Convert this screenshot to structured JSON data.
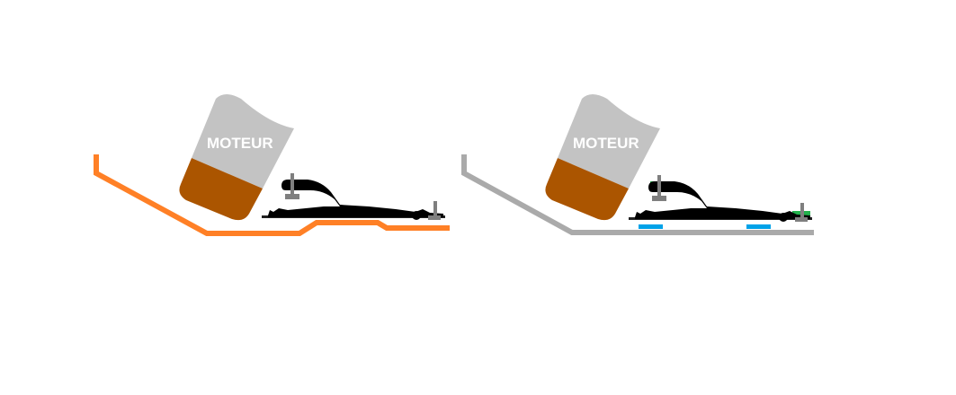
{
  "diagrams": [
    {
      "motor_label": "MOTEUR",
      "rail_color": "#ff8026",
      "variant": "orange-rail"
    },
    {
      "motor_label": "MOTEUR",
      "rail_color": "#aaaaaa",
      "variant": "gray-rail-with-pads"
    }
  ],
  "colors": {
    "motor_top": "#c3c3c3",
    "motor_bottom": "#ab5500",
    "mechanism": "#000000",
    "post": "#7f7f7f",
    "pad_blue": "#00a2e8",
    "pad_green": "#22b14c"
  }
}
